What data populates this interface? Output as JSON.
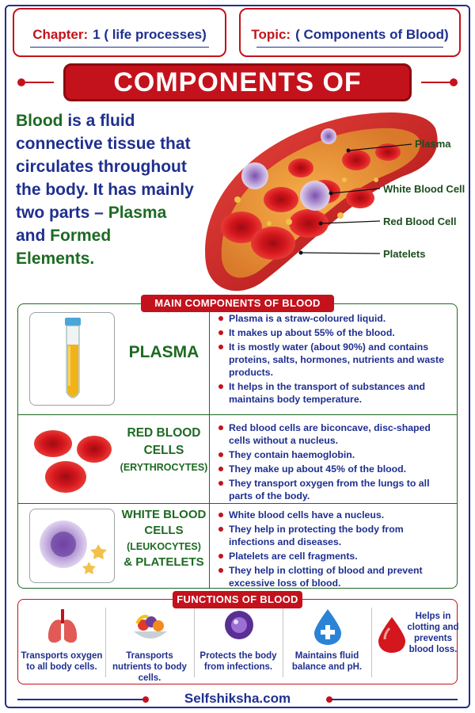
{
  "header": {
    "chapter_label": "Chapter:",
    "chapter_value": "1 ( life processes)",
    "topic_label": "Topic:",
    "topic_value": "( Components of Blood)"
  },
  "title": "COMPONENTS OF BLOOD",
  "intro": {
    "word_blood": "Blood",
    "text_1": " is a fluid connective tissue that circulates throughout the body. It has mainly two parts – ",
    "word_plasma": "Plasma",
    "text_2": " and ",
    "word_formed": "Formed Elements."
  },
  "vessel_labels": [
    "Plasma",
    "White Blood Cell",
    "Red Blood Cell",
    "Platelets"
  ],
  "main_components": {
    "heading": "MAIN COMPONENTS OF BLOOD",
    "rows": [
      {
        "name_main": "PLASMA",
        "name_sub": "",
        "points": [
          "Plasma is a straw-coloured liquid.",
          "It makes up about 55% of the blood.",
          "It is mostly water (about 90%) and contains proteins, salts, hormones, nutrients and waste products.",
          "It helps in the transport of substances and maintains body temperature."
        ]
      },
      {
        "name_main": "RED BLOOD CELLS",
        "name_sub": "(ERYTHROCYTES)",
        "points": [
          "Red blood cells are biconcave, disc-shaped cells without a nucleus.",
          "They contain haemoglobin.",
          "They make up about 45% of the blood.",
          "They transport oxygen from the lungs to all parts of the body."
        ]
      },
      {
        "name_main": "WHITE BLOOD CELLS",
        "name_sub": "(LEUKOCYTES)",
        "name_extra": "& PLATELETS",
        "points": [
          "White blood cells have a nucleus.",
          "They help in protecting the body from infections and diseases.",
          "Platelets are cell fragments.",
          "They help in clotting of blood and prevent excessive loss of blood."
        ]
      }
    ]
  },
  "functions": {
    "heading": "FUNCTIONS OF BLOOD",
    "items": [
      {
        "icon": "lungs-icon",
        "text": "Transports oxygen to all body cells."
      },
      {
        "icon": "fruit-bowl-icon",
        "text": "Transports nutrients to body cells."
      },
      {
        "icon": "shield-cell-icon",
        "text": "Protects the body from infections."
      },
      {
        "icon": "water-drop-plus-icon",
        "text": "Maintains fluid balance and pH."
      },
      {
        "icon": "blood-drop-icon",
        "text": "Helps in clotting and prevents blood loss."
      }
    ]
  },
  "footer": "Selfshiksha.com",
  "colors": {
    "red": "#c3121c",
    "navy": "#1f2f8f",
    "green": "#1d6a23"
  }
}
